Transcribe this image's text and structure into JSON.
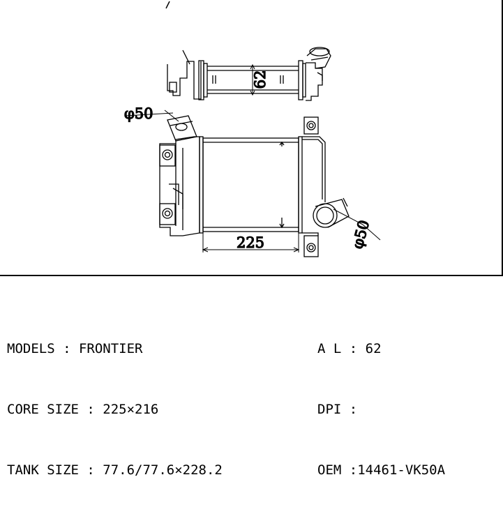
{
  "drawing": {
    "side_height_dim": "62",
    "inlet_diameter_dim": "φ50",
    "outlet_diameter_dim": "φ50",
    "core_width_dim": "225"
  },
  "specs": {
    "left": [
      {
        "label": "MODELS",
        "sep": " : ",
        "value": "FRONTIER"
      },
      {
        "label": "CORE SIZE",
        "sep": " : ",
        "value": "225×216"
      },
      {
        "label": "TANK SIZE",
        "sep": " : ",
        "value": "77.6/77.6×228.2"
      }
    ],
    "right": [
      {
        "label": "A L",
        "sep": " : ",
        "value": "62"
      },
      {
        "label": "DPI",
        "sep": " : ",
        "value": ""
      },
      {
        "label": "OEM",
        "sep": " :",
        "value": "14461-VK50A"
      }
    ]
  }
}
